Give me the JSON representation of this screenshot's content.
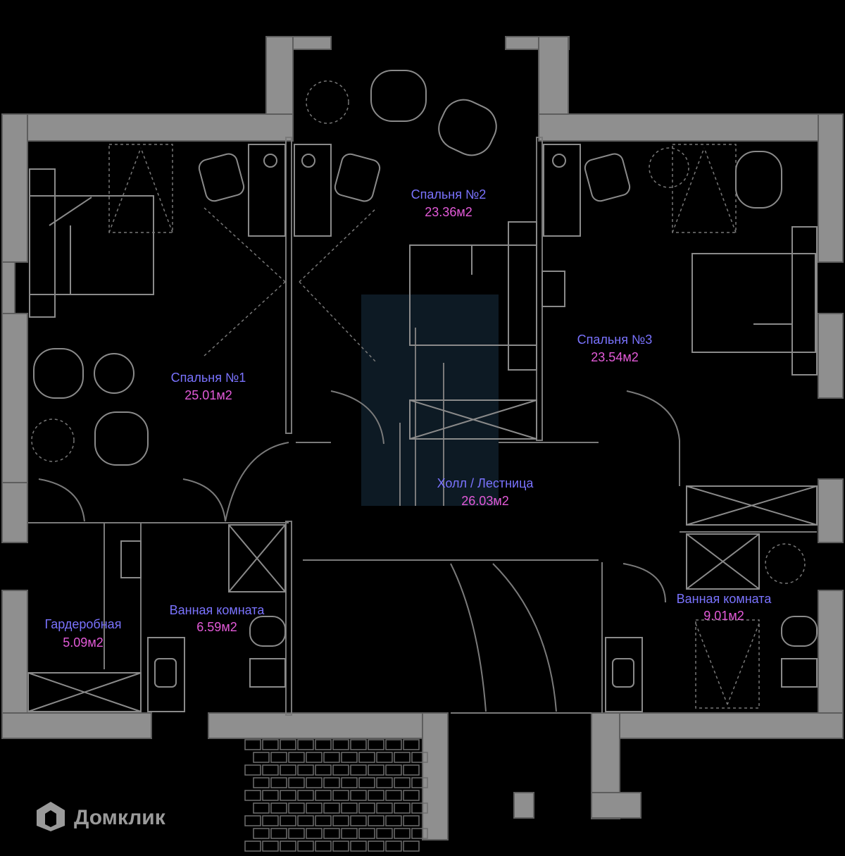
{
  "rooms": [
    {
      "name": "Спальня №1",
      "area": "25.01м2"
    },
    {
      "name": "Спальня №2",
      "area": "23.36м2"
    },
    {
      "name": "Спальня №3",
      "area": "23.54м2"
    },
    {
      "name": "Холл / Лестница",
      "area": "26.03м2"
    },
    {
      "name": "Гардеробная",
      "area": "5.09м2"
    },
    {
      "name": "Ванная комната",
      "area": "6.59м2"
    },
    {
      "name": "Ванная комната",
      "area": "9.01м2"
    }
  ],
  "watermark": {
    "text": "Домклик"
  },
  "colors": {
    "room_name": "#7a73ff",
    "room_area": "#e35ad8",
    "wall": "#8f8f8f",
    "background": "#000000"
  }
}
